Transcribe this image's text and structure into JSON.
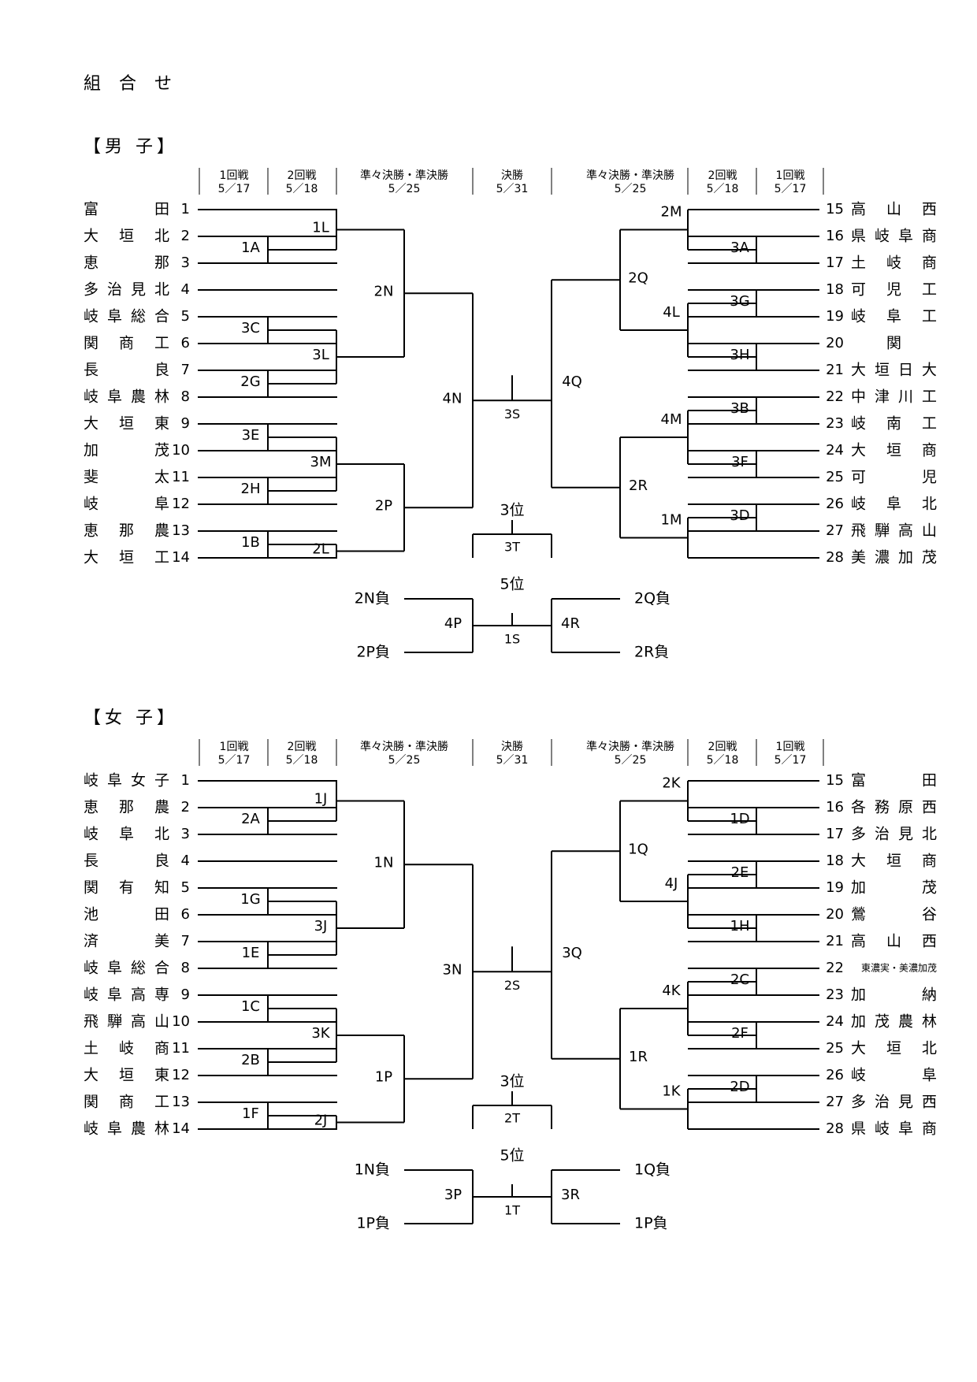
{
  "title": "組 合 せ",
  "sections": [
    {
      "key": "boys",
      "title": "【男 子】",
      "rounds_left": [
        {
          "name": "1回戦",
          "date": "5／17"
        },
        {
          "name": "2回戦",
          "date": "5／18"
        },
        {
          "name": "準々決勝・準決勝",
          "date": "5／25"
        },
        {
          "name": "決勝",
          "date": "5／31"
        }
      ],
      "rounds_right": [
        {
          "name": "準々決勝・準決勝",
          "date": "5／25"
        },
        {
          "name": "2回戦",
          "date": "5／18"
        },
        {
          "name": "1回戦",
          "date": "5／17"
        }
      ],
      "left_teams": [
        "富田",
        "大垣北",
        "恵那",
        "多治見北",
        "岐阜総合",
        "関商工",
        "長良",
        "岐阜農林",
        "大垣東",
        "加茂",
        "斐太",
        "岐阜",
        "恵那農",
        "大垣工"
      ],
      "right_teams": [
        "高山西",
        "県岐阜商",
        "土岐商",
        "可児工",
        "岐阜工",
        "関",
        "大垣日大",
        "中津川工",
        "岐南工",
        "大垣商",
        "可児",
        "岐阜北",
        "飛騨高山",
        "美濃加茂"
      ],
      "left_nums": [
        "1",
        "2",
        "3",
        "4",
        "5",
        "6",
        "7",
        "8",
        "9",
        "10",
        "11",
        "12",
        "13",
        "14"
      ],
      "right_nums": [
        "15",
        "16",
        "17",
        "18",
        "19",
        "20",
        "21",
        "22",
        "23",
        "24",
        "25",
        "26",
        "27",
        "28"
      ],
      "match_labels": {
        "l_r1": [
          "1A",
          "3C",
          "2G",
          "3E",
          "2H",
          "1B"
        ],
        "l_r2": [
          "1L",
          "3L",
          "3M",
          "2L"
        ],
        "l_r3": [
          "2N",
          "2P"
        ],
        "l_r4": "4N",
        "r_r1": [
          "3A",
          "3G",
          "3H",
          "3B",
          "3F",
          "3D"
        ],
        "r_r2": [
          "2M",
          "4L",
          "4M",
          "1M"
        ],
        "r_r3": [
          "2Q",
          "2R"
        ],
        "r_r4": "4Q",
        "final": "3S",
        "third_title": "3位",
        "third": "3T",
        "fifth_title": "5位",
        "fifth": "1S",
        "fifth_left": "4P",
        "fifth_right": "4R",
        "fifth_entries": [
          "2N負",
          "2P負",
          "2Q負",
          "2R負"
        ]
      }
    },
    {
      "key": "girls",
      "title": "【女 子】",
      "rounds_left": [
        {
          "name": "1回戦",
          "date": "5／17"
        },
        {
          "name": "2回戦",
          "date": "5／18"
        },
        {
          "name": "準々決勝・準決勝",
          "date": "5／25"
        },
        {
          "name": "決勝",
          "date": "5／31"
        }
      ],
      "rounds_right": [
        {
          "name": "準々決勝・準決勝",
          "date": "5／25"
        },
        {
          "name": "2回戦",
          "date": "5／18"
        },
        {
          "name": "1回戦",
          "date": "5／17"
        }
      ],
      "left_teams": [
        "岐阜女子",
        "恵那農",
        "岐阜北",
        "長良",
        "関有知",
        "池田",
        "済美",
        "岐阜総合",
        "岐阜高専",
        "飛騨高山",
        "土岐商",
        "大垣東",
        "関商工",
        "岐阜農林"
      ],
      "right_teams": [
        "富田",
        "各務原西",
        "多治見北",
        "大垣商",
        "加茂",
        "鶯谷",
        "高山西",
        "東濃実・美濃加茂",
        "加納",
        "加茂農林",
        "大垣北",
        "岐阜",
        "多治見西",
        "県岐阜商"
      ],
      "left_nums": [
        "1",
        "2",
        "3",
        "4",
        "5",
        "6",
        "7",
        "8",
        "9",
        "10",
        "11",
        "12",
        "13",
        "14"
      ],
      "right_nums": [
        "15",
        "16",
        "17",
        "18",
        "19",
        "20",
        "21",
        "22",
        "23",
        "24",
        "25",
        "26",
        "27",
        "28"
      ],
      "match_labels": {
        "l_r1": [
          "2A",
          "1G",
          "1E",
          "1C",
          "2B",
          "1F"
        ],
        "l_r2": [
          "1J",
          "3J",
          "3K",
          "2J"
        ],
        "l_r3": [
          "1N",
          "1P"
        ],
        "l_r4": "3N",
        "r_r1": [
          "1D",
          "2E",
          "1H",
          "2C",
          "2F",
          "2D"
        ],
        "r_r2": [
          "2K",
          "4J",
          "4K",
          "1K"
        ],
        "r_r3": [
          "1Q",
          "1R"
        ],
        "r_r4": "3Q",
        "final": "2S",
        "third_title": "3位",
        "third": "2T",
        "fifth_title": "5位",
        "fifth": "1T",
        "fifth_left": "3P",
        "fifth_right": "3R",
        "fifth_entries": [
          "1N負",
          "1P負",
          "1Q負",
          "1P負"
        ]
      }
    }
  ]
}
